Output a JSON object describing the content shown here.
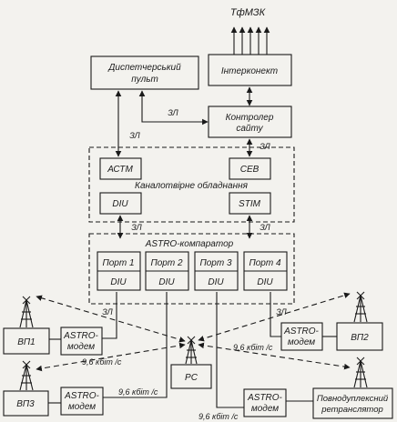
{
  "top_label": "ТфМЗК",
  "blocks": {
    "dispatcher": [
      "Диспетчерський",
      "пульт"
    ],
    "interconnect": "Інтерконект",
    "site_controller": [
      "Контролер",
      "сайту"
    ],
    "astm": "АСТМ",
    "cev": "СЕВ",
    "channel_group": "Каналотвірне обладнання",
    "diu_channel": "DIU",
    "stim": "STIM",
    "comparator_group": "ASTRO-компаратор",
    "port1": "Порт 1",
    "port2": "Порт 2",
    "port3": "Порт 3",
    "port4": "Порт 4",
    "diu_port": "DIU",
    "vp1": "ВП1",
    "vp2": "ВП2",
    "vp3": "ВП3",
    "rs": "РС",
    "repeater": [
      "Повнодуплексний",
      "ретранслятор"
    ],
    "modem": [
      "ASTRO-",
      "модем"
    ]
  },
  "link_labels": {
    "zl": "ЗЛ",
    "rate": "9,6 кбіт /с"
  }
}
